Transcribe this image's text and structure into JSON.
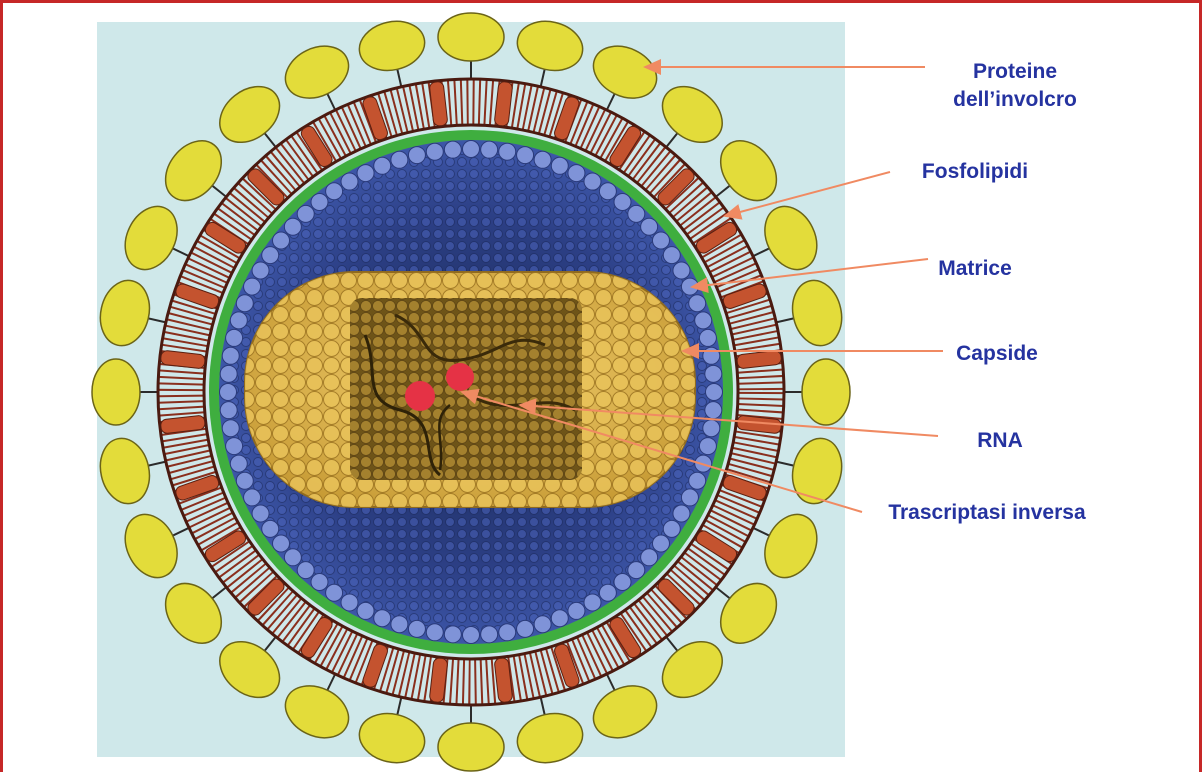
{
  "labels": {
    "proteine_line1": "Proteine",
    "proteine_line2": "dell’involcro",
    "fosfolipidi": "Fosfolipidi",
    "matrice": "Matrice",
    "capside": "Capside",
    "rna": "RNA",
    "trascriptasi": "Trascriptasi inversa"
  },
  "colors": {
    "frame": "#c62828",
    "background_panel": "#cfe8ea",
    "envelope_protein": "#e3dc3a",
    "phospholipid": "#b5492c",
    "matrix_ring": "#3fae3f",
    "matrix_beads": "#7f93d8",
    "capsid": "#d9b54a",
    "reverse_transcriptase": "#e53245",
    "label_text": "#2533a0",
    "arrow": "#f08a62"
  }
}
